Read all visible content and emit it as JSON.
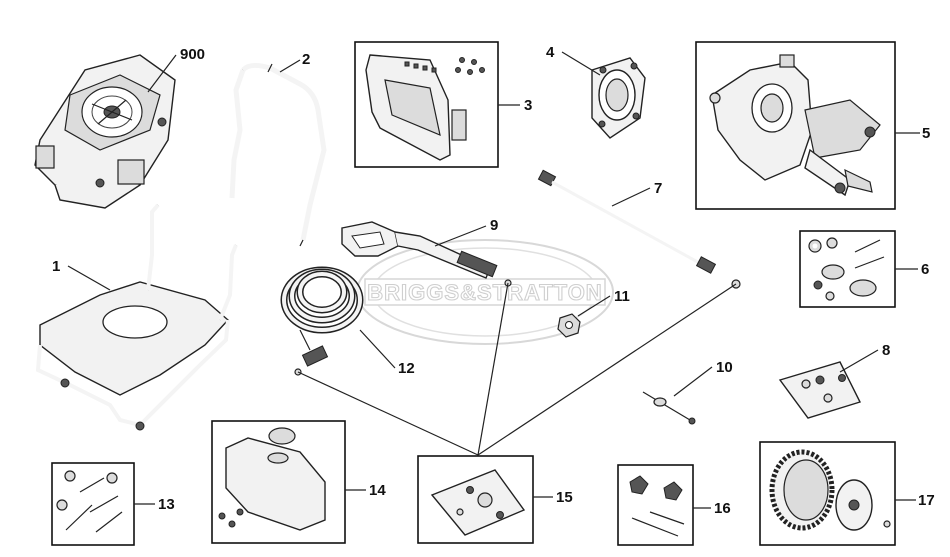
{
  "watermark": "BRIGGS&STRATTON",
  "parts": [
    {
      "id": "p900",
      "label": "900"
    },
    {
      "id": "p2",
      "label": "2"
    },
    {
      "id": "p3",
      "label": "3"
    },
    {
      "id": "p4",
      "label": "4"
    },
    {
      "id": "p5",
      "label": "5"
    },
    {
      "id": "p1",
      "label": "1"
    },
    {
      "id": "p9",
      "label": "9"
    },
    {
      "id": "p7",
      "label": "7"
    },
    {
      "id": "p6",
      "label": "6"
    },
    {
      "id": "p11",
      "label": "11"
    },
    {
      "id": "p12",
      "label": "12"
    },
    {
      "id": "p8",
      "label": "8"
    },
    {
      "id": "p10",
      "label": "10"
    },
    {
      "id": "p13",
      "label": "13"
    },
    {
      "id": "p14",
      "label": "14"
    },
    {
      "id": "p15",
      "label": "15"
    },
    {
      "id": "p16",
      "label": "16"
    },
    {
      "id": "p17",
      "label": "17"
    }
  ]
}
